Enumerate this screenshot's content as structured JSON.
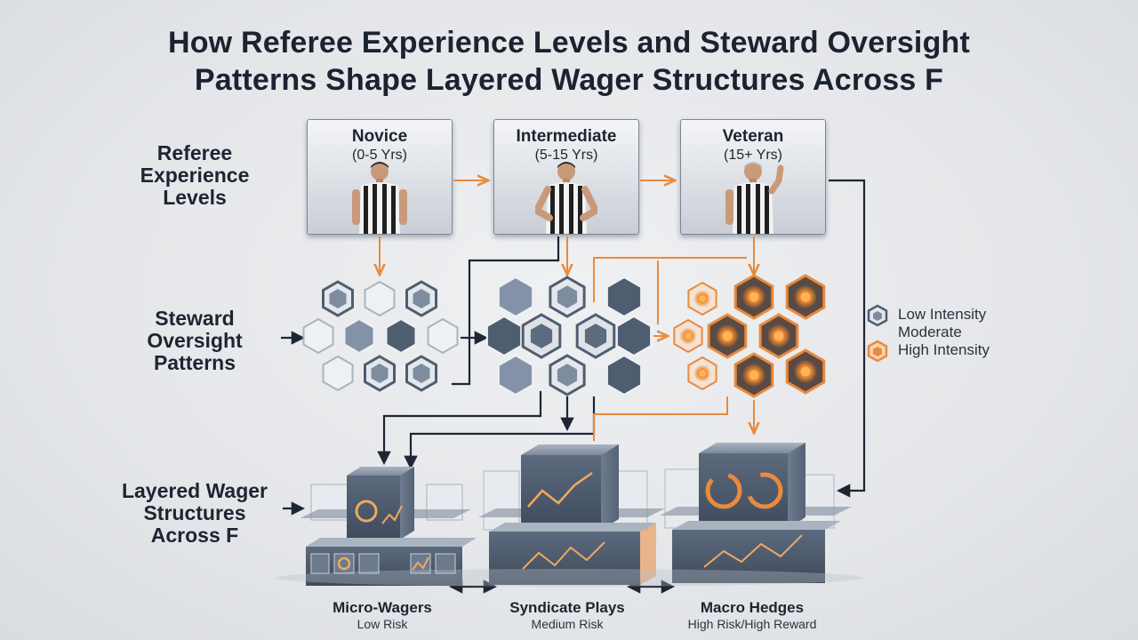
{
  "title": {
    "line1": "How Referee Experience Levels and Steward Oversight",
    "line2": "Patterns Shape Layered Wager Structures Across F"
  },
  "row_labels": {
    "referee": [
      "Referee",
      "Experience",
      "Levels"
    ],
    "steward": [
      "Steward",
      "Oversight",
      "Patterns"
    ],
    "wager": [
      "Layered Wager",
      "Structures",
      "Across F"
    ]
  },
  "referees": [
    {
      "name": "Novice",
      "years": "(0-5 Yrs)"
    },
    {
      "name": "Intermediate",
      "years": "(5-15 Yrs)"
    },
    {
      "name": "Veteran",
      "years": "(15+ Yrs)"
    }
  ],
  "legend": [
    {
      "label": "Low Intensity",
      "icon": "hexagon-outline-icon"
    },
    {
      "label": "Moderate",
      "icon": ""
    },
    {
      "label": "High Intensity",
      "icon": "hexagon-orange-icon"
    }
  ],
  "tiers": [
    {
      "title": "Micro-Wagers",
      "subtitle": "Low Risk"
    },
    {
      "title": "Syndicate Plays",
      "subtitle": "Medium Risk"
    },
    {
      "title": "Macro Hedges",
      "subtitle": "High Risk/High Reward"
    }
  ],
  "colors": {
    "accent_orange": "#e98a3c",
    "dark_line": "#1e2633",
    "hex_dark": "#4f5d70",
    "hex_mid": "#7e8ca0",
    "hex_light": "#e3e7ec"
  }
}
